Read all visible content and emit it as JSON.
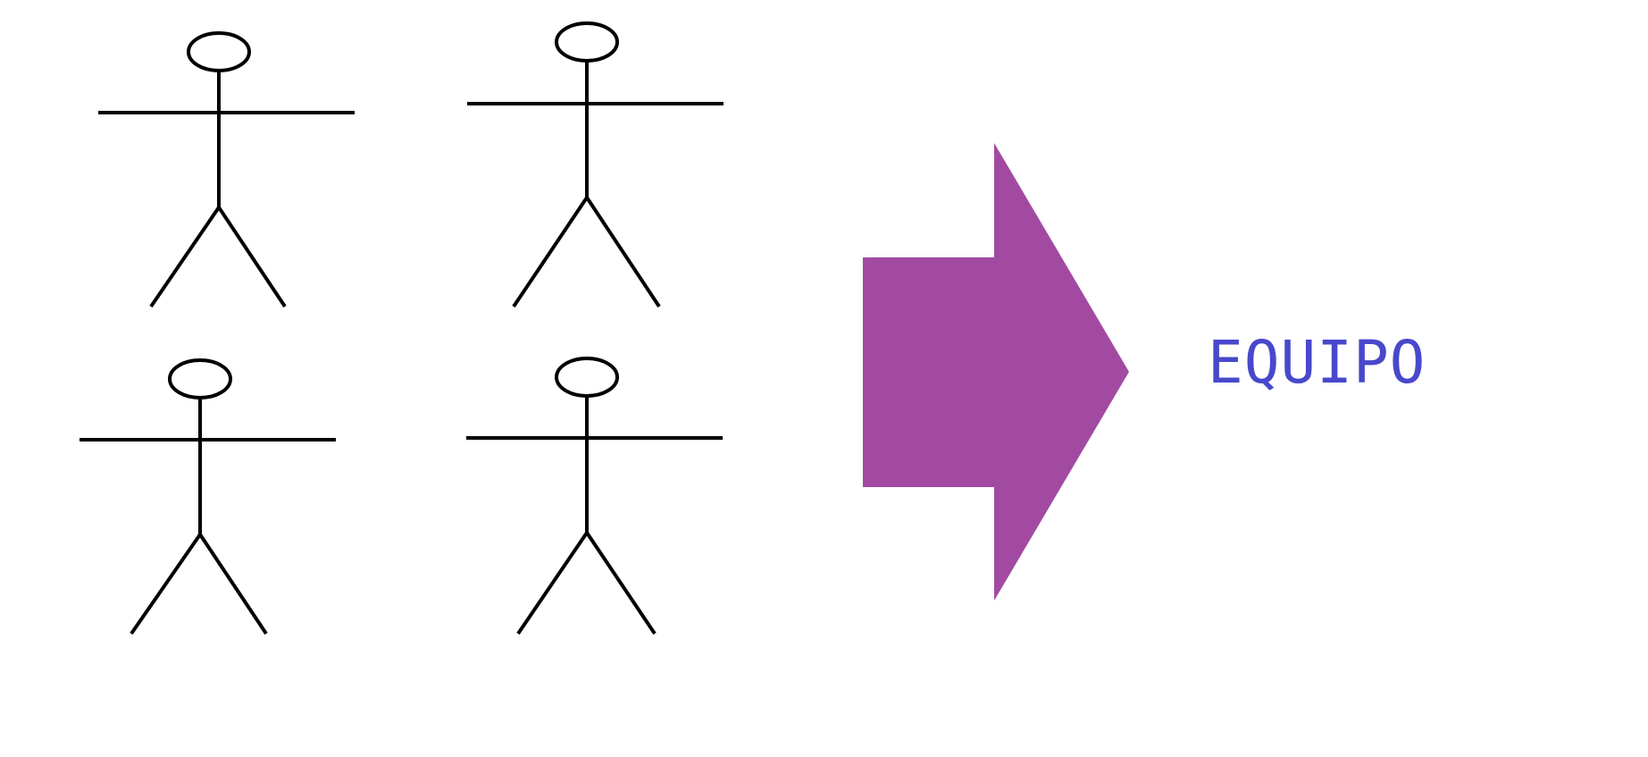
{
  "label": {
    "text": "EQUIPO",
    "color": "#4848cc"
  },
  "arrow": {
    "color": "#a24aa2",
    "direction": "right"
  },
  "figures": {
    "count": 4,
    "color": "#000000"
  }
}
